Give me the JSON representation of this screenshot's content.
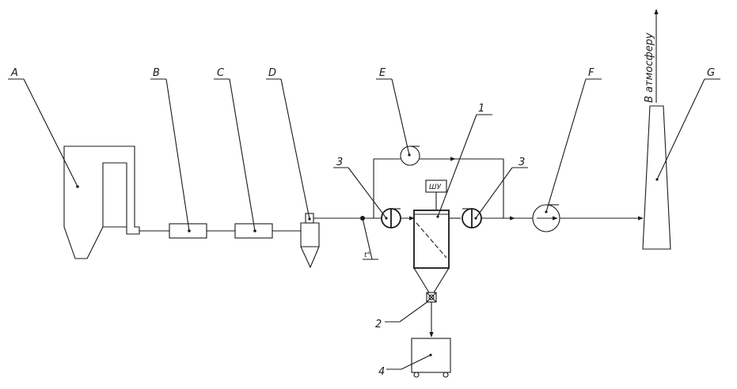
{
  "labels": {
    "A": "A",
    "B": "B",
    "C": "C",
    "D": "D",
    "E": "E",
    "F": "F",
    "G": "G",
    "n1": "1",
    "n2": "2",
    "n3_left": "3",
    "n3_right": "3",
    "n4": "4",
    "control_unit": "ШУ",
    "temperature": "t°",
    "atmosphere": "В атмосферу"
  },
  "colors": {
    "line": "#1a1a1a",
    "background": "#ffffff"
  }
}
